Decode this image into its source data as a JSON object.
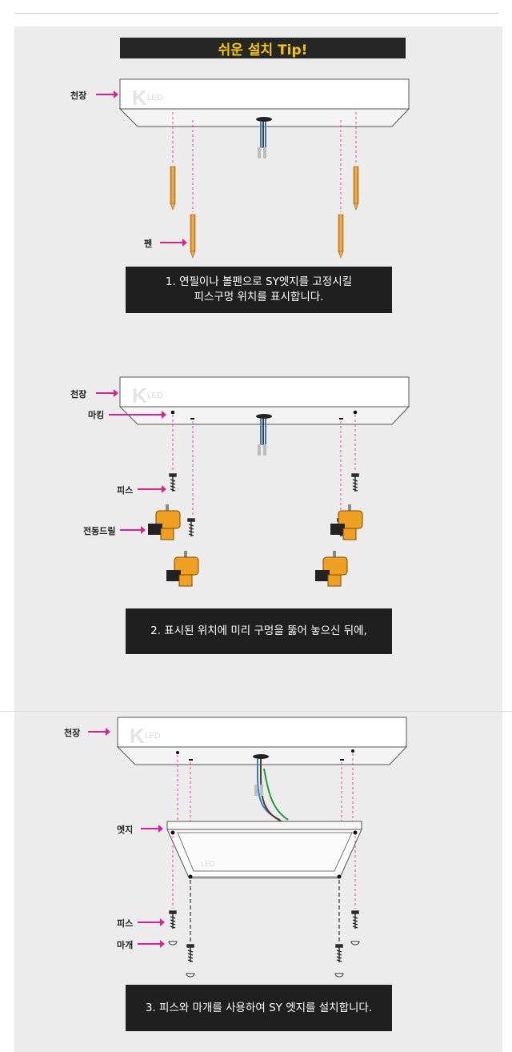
{
  "title": "쉬운 설치 Tip!",
  "logo_text": "LED",
  "step1": {
    "caption": "1. 연필이나 볼펜으로 SY엣지를 고정시킬\n피스구멍 위치를 표시합니다.",
    "labels": {
      "ceiling": "천장",
      "pen": "펜"
    }
  },
  "step2": {
    "caption": "2. 표시된 위치에 미리 구멍을 뚫어 놓으신 뒤에,",
    "labels": {
      "ceiling": "천장",
      "marking": "마킹",
      "screw": "피스",
      "drill": "전동드릴"
    }
  },
  "step3": {
    "caption": "3. 피스와 마개를 사용하여 SY 엣지를 설치합니다.",
    "labels": {
      "ceiling": "천장",
      "edge": "엣지",
      "screw": "피스",
      "cap": "마개"
    }
  },
  "colors": {
    "accent": "#e0218a",
    "title_text": "#f5c800",
    "caption_bg": "#1f1f1f",
    "pen": "#e8a33a",
    "drill": "#f0a020"
  }
}
